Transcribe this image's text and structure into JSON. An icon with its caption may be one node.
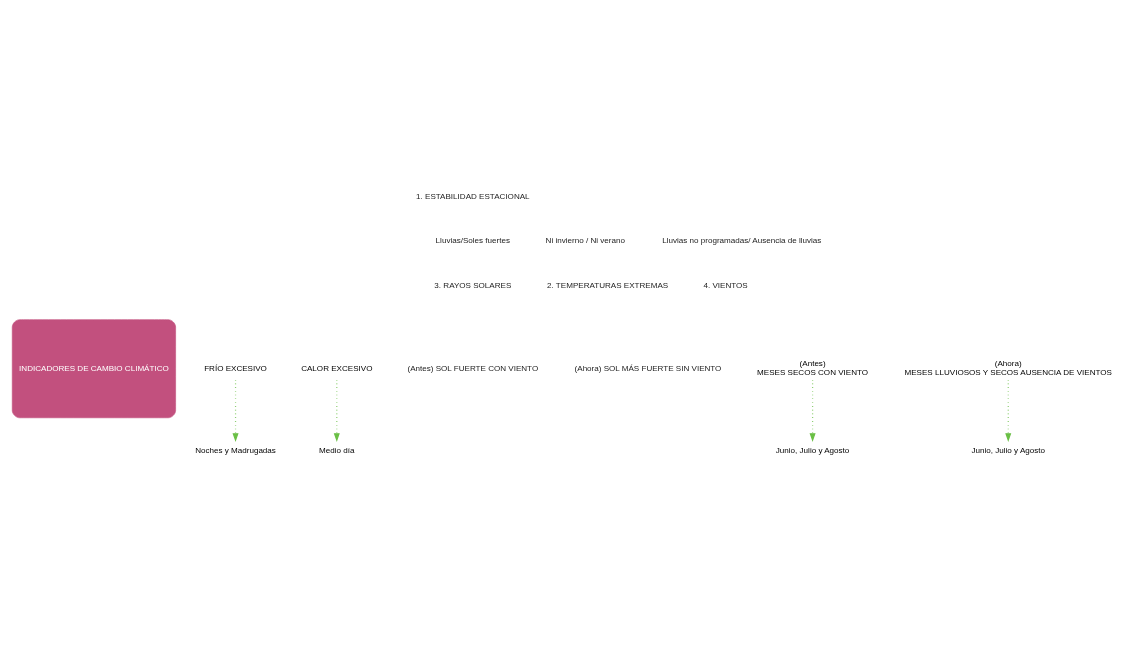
{
  "diagram": {
    "nodes": [
      {
        "text": [
          "INDICADORES DE CAMBIO CLIMÁTICO"
        ]
      },
      {
        "text": [
          "FRÍO EXCESIVO"
        ]
      },
      {
        "text": [
          "Noches y Madrugadas"
        ]
      },
      {
        "text": [
          "CALOR EXCESIVO"
        ]
      },
      {
        "text": [
          "Medio día"
        ]
      },
      {
        "text": [
          "(Antes)",
          "MESES SECOS CON VIENTO"
        ]
      },
      {
        "text": [
          "Junio, Julio y Agosto"
        ]
      },
      {
        "text": [
          "(Ahora)",
          "MESES LLUVIOSOS Y SECOS AUSENCIA DE VIENTOS"
        ]
      },
      {
        "text": [
          "Junio, Julio y Agosto"
        ]
      }
    ],
    "edges": [
      {
        "from": 1,
        "to": 2,
        "arrow": "to",
        "style": "dashed",
        "color": "#6abf45"
      },
      {
        "from": 3,
        "to": 4,
        "arrow": "to",
        "style": "dashed",
        "color": "#6abf45"
      },
      {
        "from": 5,
        "to": 6,
        "arrow": "to",
        "style": "dashed",
        "color": "#6abf45"
      },
      {
        "from": 7,
        "to": 8,
        "arrow": "to",
        "style": "dashed",
        "color": "#6abf45"
      }
    ],
    "labels": [
      "1. ESTABILIDAD ESTACIONAL",
      "Ni invierno / Ni verano",
      "Lluvias/Soles fuertes",
      "Lluvias no programadas/ Ausencia de lluvias",
      "2. TEMPERATURAS EXTREMAS",
      "3. RAYOS SOLARES",
      "4. VIENTOS",
      "(Antes) SOL FUERTE CON VIENTO",
      "(Ahora) SOL MÁS FUERTE SIN VIENTO"
    ]
  }
}
